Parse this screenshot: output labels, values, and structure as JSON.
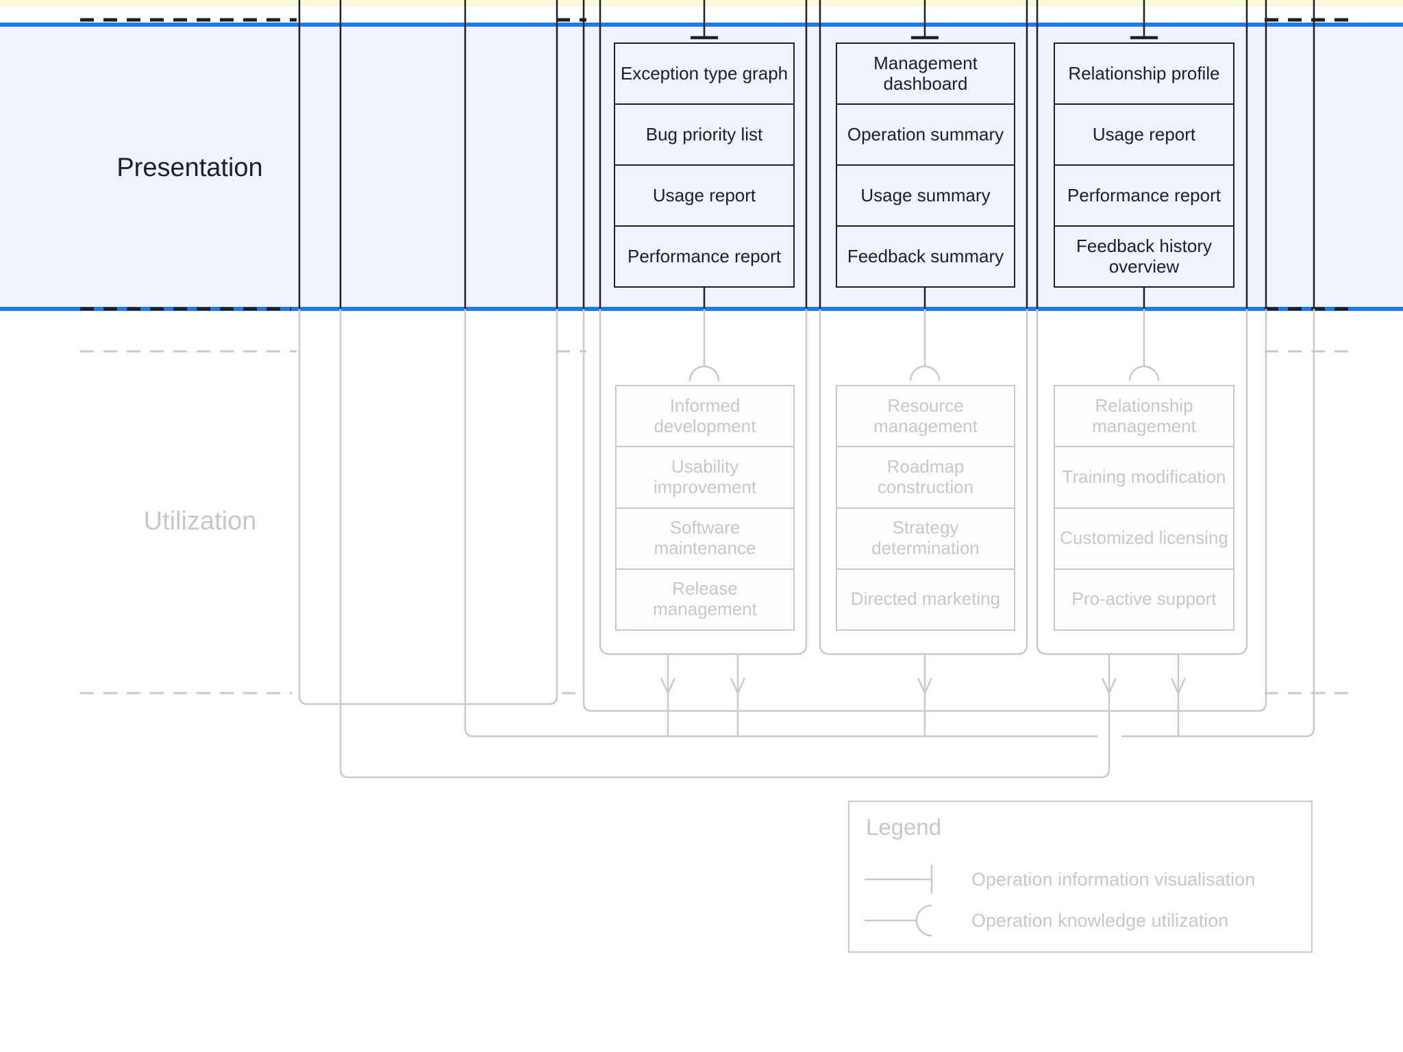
{
  "bands": {
    "presentation": {
      "label": "Presentation"
    },
    "utilization": {
      "label": "Utilization"
    }
  },
  "presentation_stacks": [
    {
      "items": [
        "Exception type graph",
        "Bug priority list",
        "Usage report",
        "Performance report"
      ]
    },
    {
      "items": [
        "Management dashboard",
        "Operation summary",
        "Usage summary",
        "Feedback summary"
      ]
    },
    {
      "items": [
        "Relationship profile",
        "Usage report",
        "Performance report",
        "Feedback history overview"
      ]
    }
  ],
  "utilization_stacks": [
    {
      "items": [
        "Informed development",
        "Usability improvement",
        "Software maintenance",
        "Release management"
      ]
    },
    {
      "items": [
        "Resource management",
        "Roadmap construction",
        "Strategy determination",
        "Directed marketing"
      ]
    },
    {
      "items": [
        "Relationship management",
        "Training modification",
        "Customized licensing",
        "Pro-active support"
      ]
    }
  ],
  "legend": {
    "title": "Legend",
    "entries": [
      {
        "symbol": "t-bar-connector",
        "label": "Operation information visualisation"
      },
      {
        "symbol": "socket-connector",
        "label": "Operation knowledge utilization"
      }
    ]
  },
  "colors": {
    "accent_blue": "#1d7bf0",
    "band_fill": "#eff3fc",
    "ink": "#1c1f26",
    "faded_line": "#c7c9cf",
    "faded_text": "#c4c7ce",
    "yellow_strip": "#fbf9d9",
    "background": "#ffffff"
  }
}
